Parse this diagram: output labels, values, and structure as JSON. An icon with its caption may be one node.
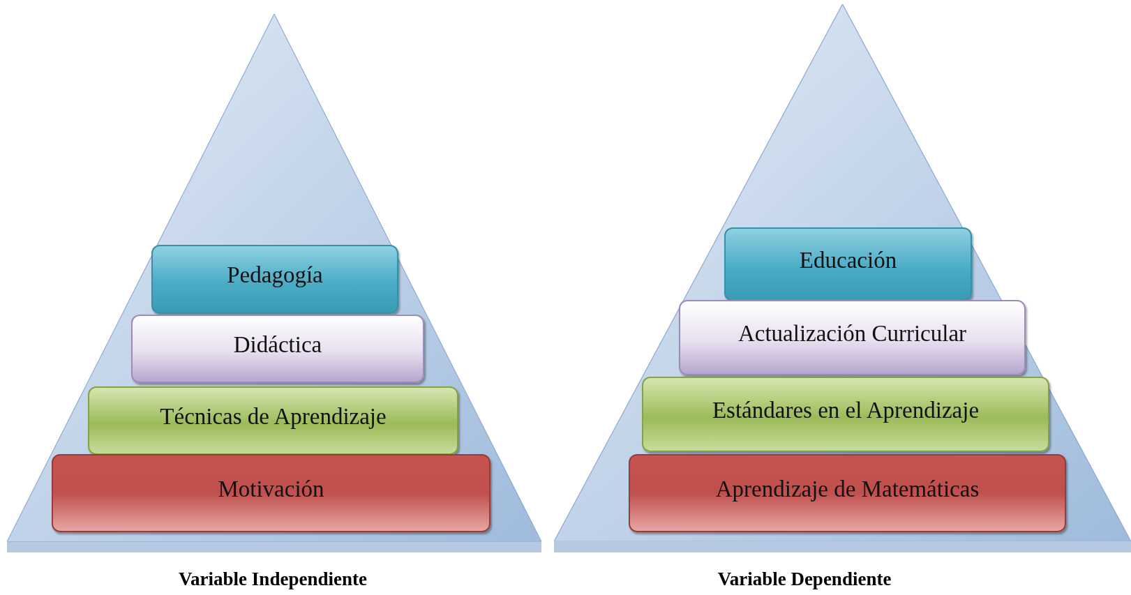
{
  "diagram": {
    "nodes": [
      {
        "text": [],
        "shape": "triangle",
        "beside": [
          "Variable Independiente"
        ]
      },
      {
        "text": [
          "Pedagogía"
        ],
        "in": 0
      },
      {
        "text": [
          "Didáctica"
        ],
        "in": 0
      },
      {
        "text": [
          "Técnicas de Aprendizaje"
        ],
        "in": 0
      },
      {
        "text": [
          "Motivación"
        ],
        "in": 0
      },
      {
        "text": [],
        "shape": "triangle",
        "beside": [
          "Variable Dependiente"
        ]
      },
      {
        "text": [
          "Educación"
        ],
        "in": 5
      },
      {
        "text": [
          "Actualización Curricular"
        ],
        "in": 5
      },
      {
        "text": [
          "Estándares en el Aprendizaje"
        ],
        "in": 5
      },
      {
        "text": [
          "Aprendizaje de Matemáticas"
        ],
        "in": 5
      }
    ]
  }
}
